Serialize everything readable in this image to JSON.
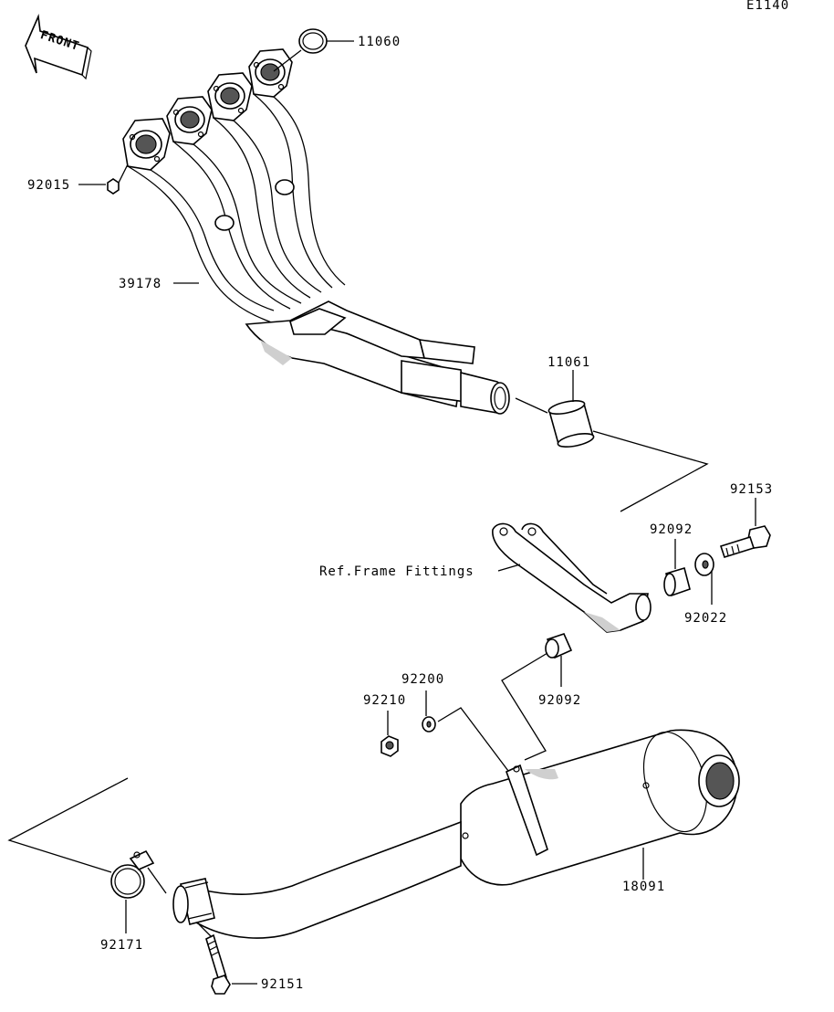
{
  "diagram_id": "E1140",
  "front_label": "FRONT",
  "callouts": {
    "c11060": "11060",
    "c92015": "92015",
    "c39178": "39178",
    "c11061": "11061",
    "c92153": "92153",
    "c92092a": "92092",
    "c92022": "92022",
    "c92092b": "92092",
    "c92200": "92200",
    "c92210": "92210",
    "c18091": "18091",
    "c92171": "92171",
    "c92151": "92151"
  },
  "ref_frame_fittings": "Ref.Frame Fittings"
}
